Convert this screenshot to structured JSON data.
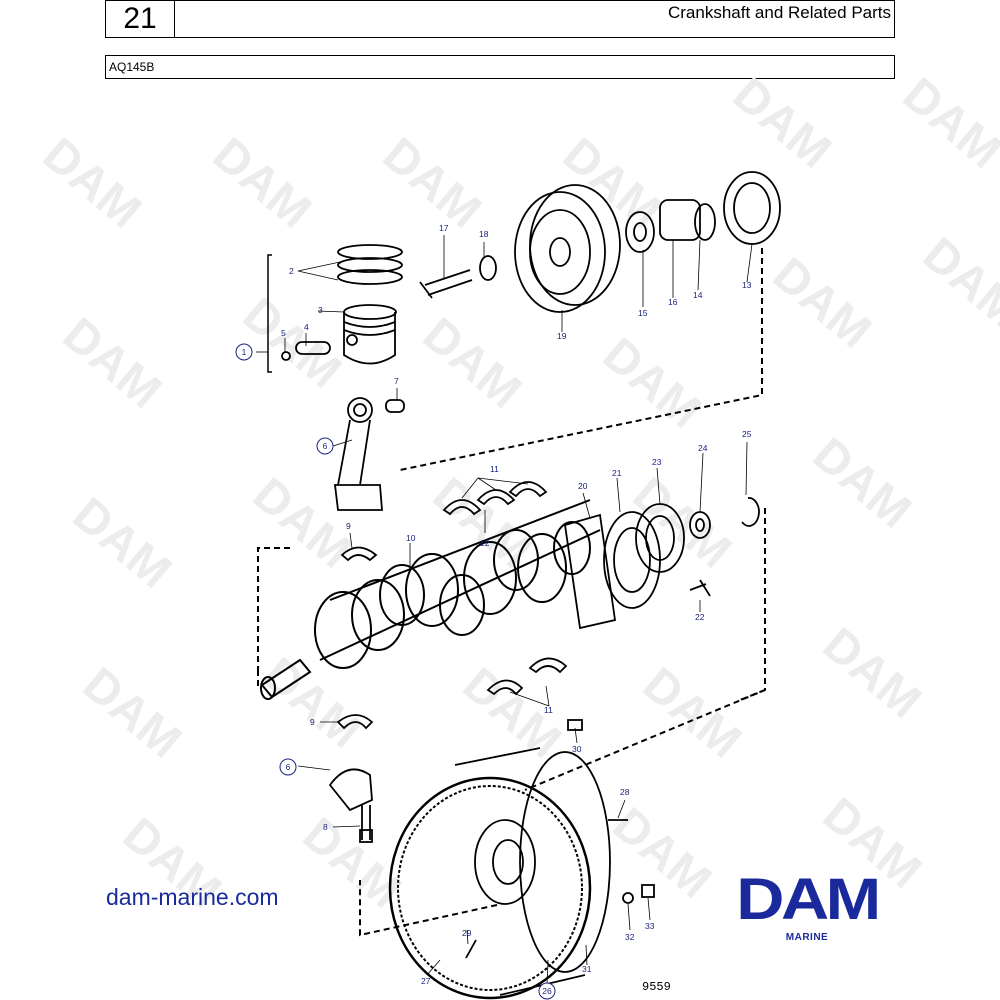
{
  "header": {
    "page_number": "21",
    "title": "Crankshaft and Related Parts"
  },
  "model": "AQ145B",
  "watermark": "DAM",
  "website": "dam-marine.com",
  "brand": {
    "logo": "DAM",
    "subtitle": "MARINE"
  },
  "doc_number": "9559",
  "callouts": [
    "1",
    "2",
    "3",
    "4",
    "5",
    "6",
    "7",
    "8",
    "9",
    "10",
    "11",
    "12",
    "13",
    "14",
    "15",
    "16",
    "17",
    "18",
    "19",
    "20",
    "21",
    "22",
    "23",
    "24",
    "25",
    "26",
    "27",
    "28",
    "29",
    "30",
    "31",
    "32",
    "33",
    "6",
    "9",
    "11"
  ],
  "colors": {
    "label": "#1a237e",
    "brand": "#1a2a9c"
  }
}
